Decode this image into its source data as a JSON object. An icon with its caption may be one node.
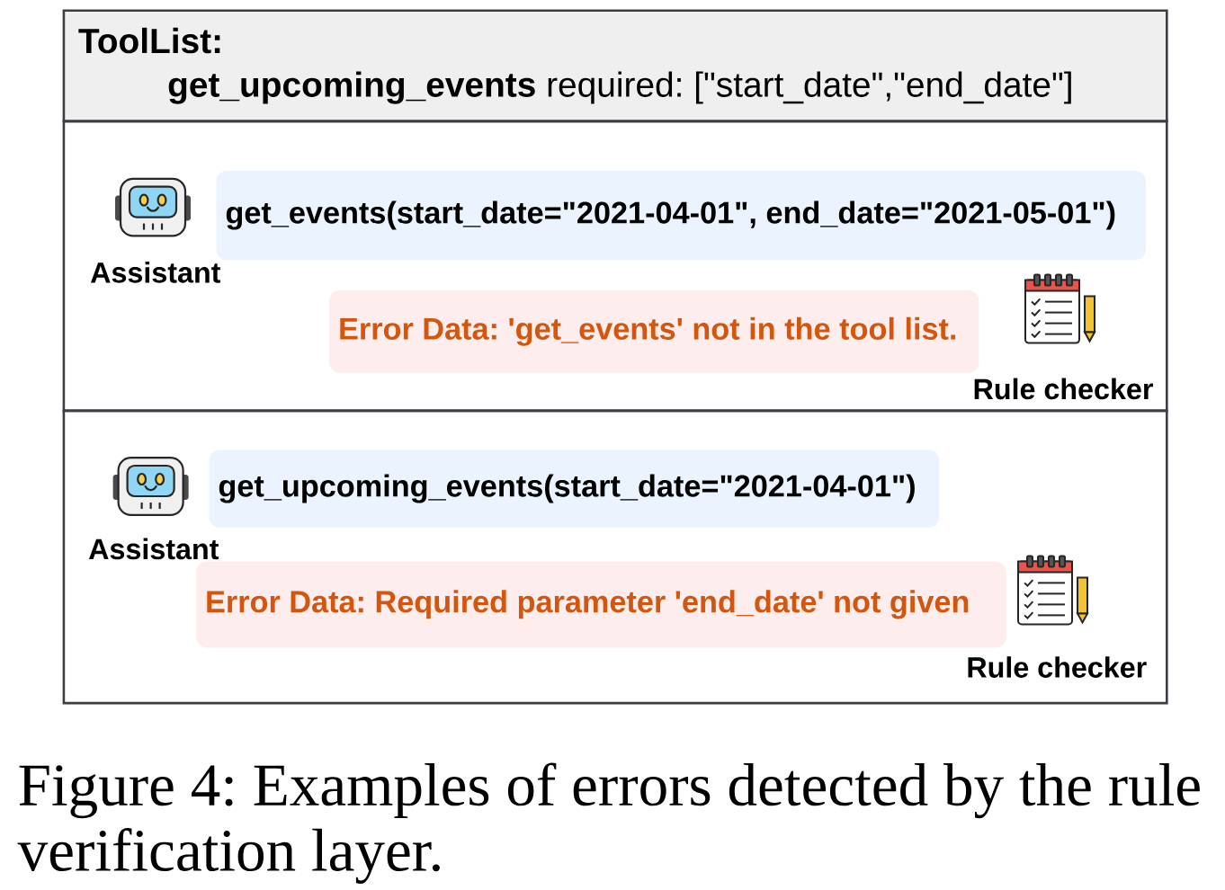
{
  "diagram": {
    "nodes": [
      {
        "text": [
          "ToolList:",
          "**get_upcoming_events** required: [\"start_date\",\"end_date\"]"
        ]
      },
      {
        "text": [],
        "shape": "box"
      },
      {
        "text": [
          "get_events(start_date=\"2021-04-01\", end_date=\"2021-05-01\")"
        ],
        "in": 1
      },
      {
        "text": [
          "Error Data: 'get_events' not in the tool list."
        ],
        "in": 1
      },
      {
        "text": [],
        "shape": "box"
      },
      {
        "text": [
          "get_upcoming_events(start_date=\"2021-04-01\")"
        ],
        "in": 4
      },
      {
        "text": [
          "Error Data: Required parameter 'end_date' not given"
        ],
        "in": 4
      }
    ],
    "labels": [
      "Assistant",
      "Rule checker",
      "Assistant",
      "Rule checker"
    ],
    "caption": "Figure 4: Examples of errors detected by the rule verification layer."
  }
}
